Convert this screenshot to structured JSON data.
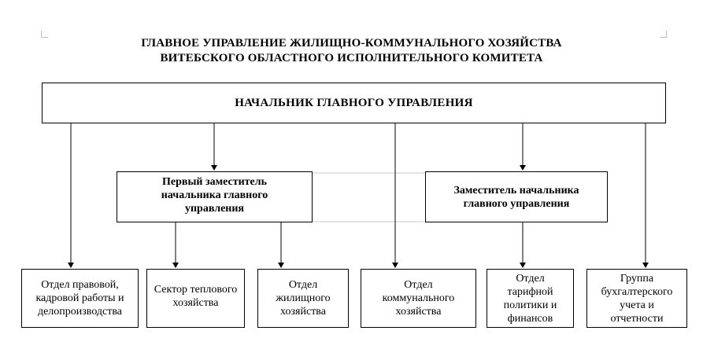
{
  "title": {
    "line1": "ГЛАВНОЕ УПРАВЛЕНИЕ ЖИЛИЩНО-КОММУНАЛЬНОГО ХОЗЯЙСТВА",
    "line2": "ВИТЕБСКОГО ОБЛАСТНОГО ИСПОЛНИТЕЛЬНОГО КОМИТЕТА"
  },
  "chief": {
    "label": "НАЧАЛЬНИК ГЛАВНОГО УПРАВЛЕНИЯ"
  },
  "deputies": [
    {
      "lines": [
        "Первый заместитель",
        "начальника главного",
        "управления"
      ]
    },
    {
      "lines": [
        "Заместитель начальника",
        "главного управления"
      ]
    }
  ],
  "departments": [
    {
      "lines": [
        "Отдел правовой,",
        "кадровой работы и",
        "делопроизводства"
      ]
    },
    {
      "lines": [
        "Сектор теплового",
        "хозяйства"
      ]
    },
    {
      "lines": [
        "Отдел",
        "жилищного",
        "хозяйства"
      ]
    },
    {
      "lines": [
        "Отдел",
        "коммунального",
        "хозяйства"
      ]
    },
    {
      "lines": [
        "Отдел",
        "тарифной",
        "политики и",
        "финансов"
      ]
    },
    {
      "lines": [
        "Группа",
        "бухгалтерского",
        "учета и",
        "отчетности"
      ]
    }
  ],
  "colors": {
    "line": "#000000",
    "dashed_link": "#c8c8c8"
  }
}
